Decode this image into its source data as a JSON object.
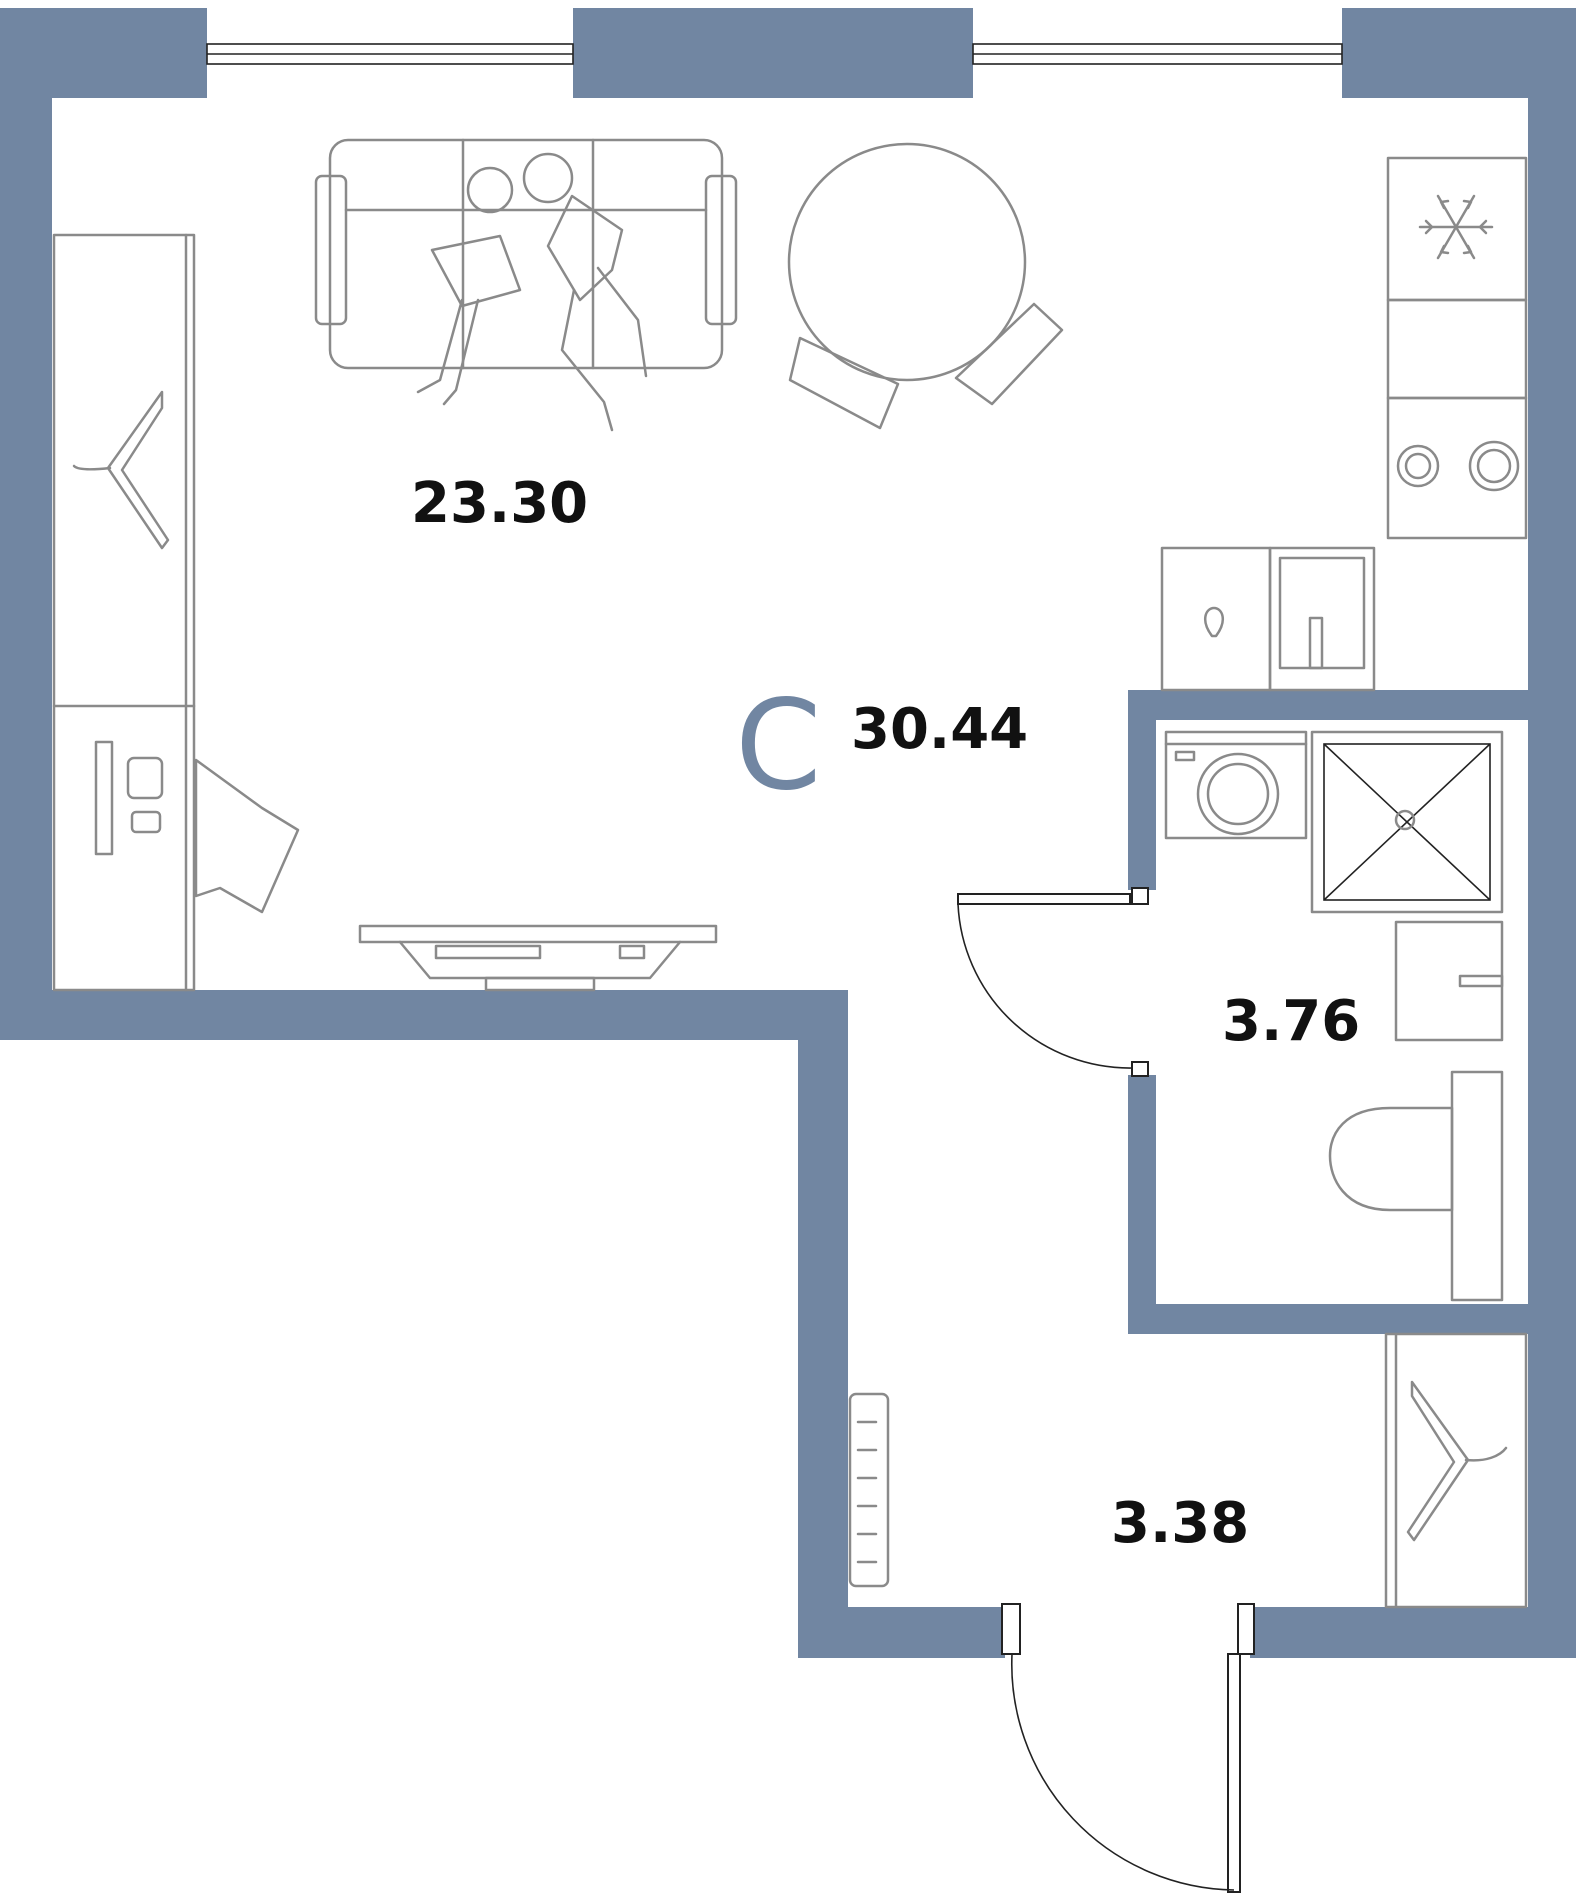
{
  "plan": {
    "apartment_type": "C",
    "total_area": "30.44",
    "rooms": [
      {
        "id": "living",
        "area": "23.30"
      },
      {
        "id": "bathroom",
        "area": "3.76"
      },
      {
        "id": "hallway",
        "area": "3.38"
      }
    ]
  },
  "colors": {
    "wall": "#7186a2",
    "furniture": "#8a8a8a",
    "line": "#222222",
    "background": "#ffffff"
  },
  "icons": [
    "snowflake-icon",
    "hanger-icon",
    "people-icon"
  ]
}
